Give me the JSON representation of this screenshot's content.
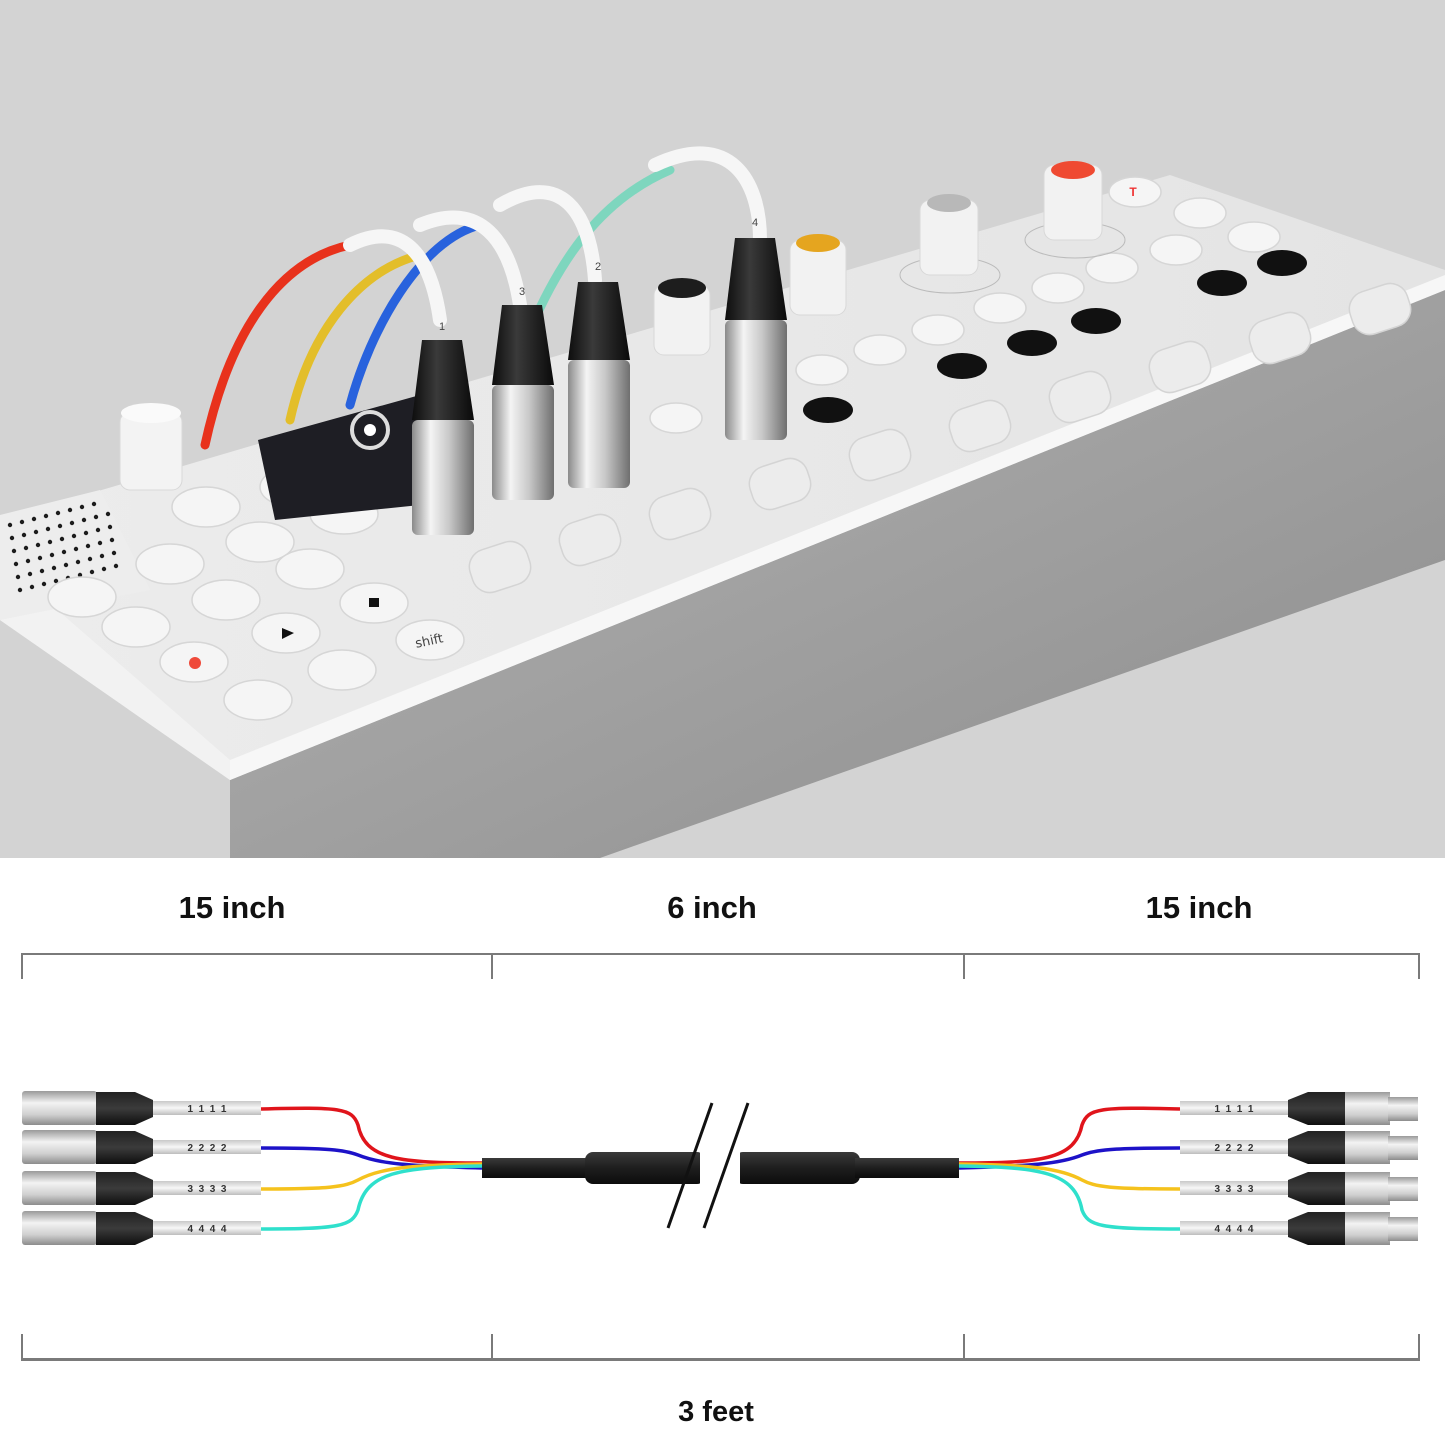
{
  "product_photo": {
    "description": "White synthesizer device with four XLR snake cable connectors plugged in",
    "cable_numbers": [
      "1",
      "3",
      "2",
      "4"
    ],
    "button_labels": [
      "shift"
    ],
    "cable_colors": {
      "red": "#e8321c",
      "yellow": "#e3be2a",
      "blue": "#2862dd",
      "teal": "#7ed6be"
    }
  },
  "diagram": {
    "top_segments": [
      {
        "label": "15 inch"
      },
      {
        "label": "6 inch"
      },
      {
        "label": "15 inch"
      }
    ],
    "total_length": "3 feet",
    "channels": [
      {
        "number": "1",
        "sleeve_text": "1  1  1  1",
        "color": "#e0141b"
      },
      {
        "number": "2",
        "sleeve_text": "2  2  2  2",
        "color": "#1d12c8"
      },
      {
        "number": "3",
        "sleeve_text": "3  3  3  3",
        "color": "#f5c21d"
      },
      {
        "number": "4",
        "sleeve_text": "4  4  4  4",
        "color": "#2fe0cc"
      }
    ],
    "left_connector_type": "XLR male",
    "right_connector_type": "XLR female"
  }
}
